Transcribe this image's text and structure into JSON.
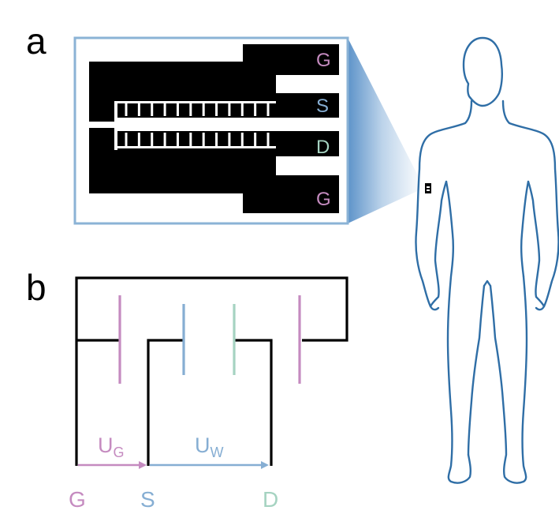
{
  "panel_a": {
    "label": "a",
    "pads": {
      "gate_top": "G",
      "source": "S",
      "drain": "D",
      "gate_bottom": "G"
    },
    "finger_count": 12
  },
  "panel_b": {
    "label": "b",
    "terminals": {
      "gate": "G",
      "source": "S",
      "drain": "D"
    },
    "voltages": {
      "gate": {
        "main": "U",
        "sub": "G"
      },
      "water": {
        "main": "U",
        "sub": "W"
      }
    }
  },
  "colors": {
    "gate": "#c58bc0",
    "source": "#86aed3",
    "drain": "#a5d3c1",
    "body_outline": "#2f6ea6",
    "inset_border": "#8bb3d6",
    "chip_fill": "#000000"
  },
  "icons": {
    "body": "human-body-outline-icon",
    "sensor": "sensor-patch-icon"
  }
}
